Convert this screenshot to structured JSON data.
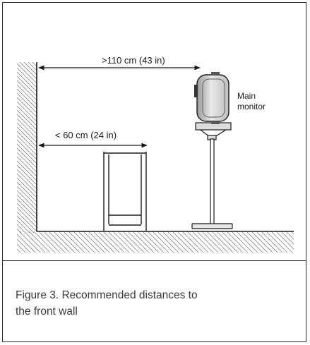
{
  "diagram": {
    "far_distance_label": ">110 cm (43 in)",
    "near_distance_label": "< 60 cm (24 in)",
    "monitor_label": [
      "Main",
      "monitor"
    ]
  },
  "caption": {
    "line1": "Figure 3. Recommended distances to",
    "line2": "the front wall"
  },
  "colors": {
    "line": "#1a1a1a",
    "hatch": "#8a8a8a",
    "speaker_shade": "#cfcfcf",
    "caption_text": "#3a3a3a"
  }
}
